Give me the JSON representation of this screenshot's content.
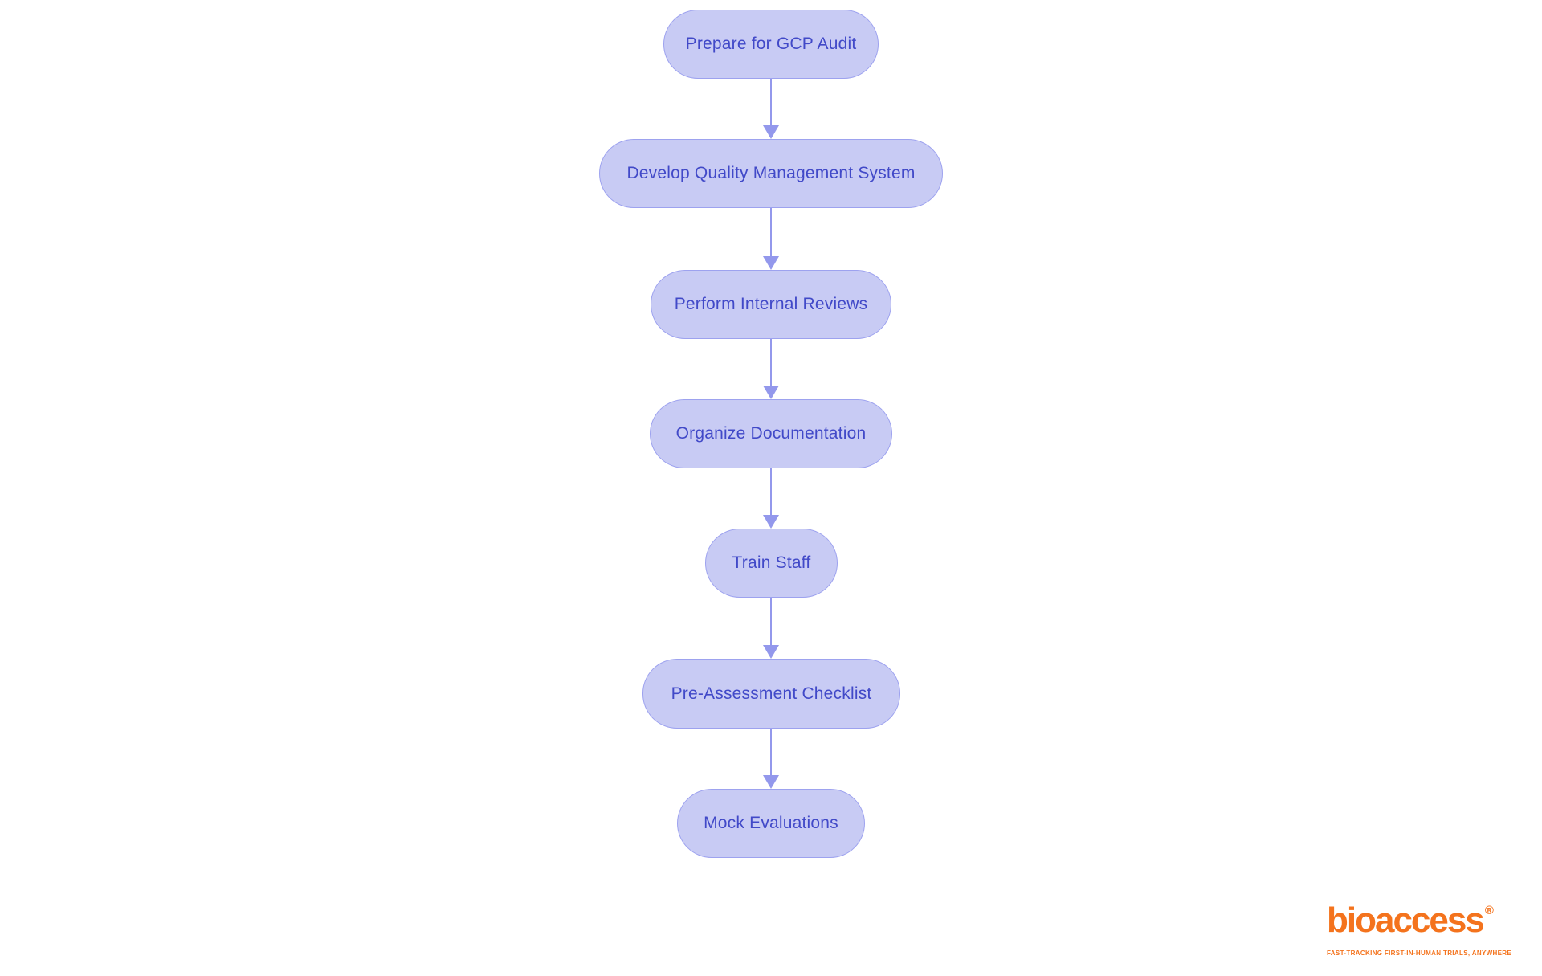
{
  "page": {
    "background": "#ffffff"
  },
  "theme": {
    "node-fill": "#c8cbf4",
    "node-border": "#9da2ef",
    "node-text": "#4149c8",
    "arrow-color": "#9398ec",
    "logo-orange": "#f4731d"
  },
  "flowchart": {
    "nodes": [
      {
        "label": "Prepare for GCP Audit"
      },
      {
        "label": "Develop Quality Management System"
      },
      {
        "label": "Perform Internal Reviews"
      },
      {
        "label": "Organize Documentation"
      },
      {
        "label": "Train Staff"
      },
      {
        "label": "Pre-Assessment Checklist"
      },
      {
        "label": "Mock Evaluations"
      }
    ]
  },
  "logo": {
    "wordmark": "bioaccess",
    "registered_mark": "®",
    "tagline": "FAST-TRACKING FIRST-IN-HUMAN TRIALS, ANYWHERE"
  }
}
